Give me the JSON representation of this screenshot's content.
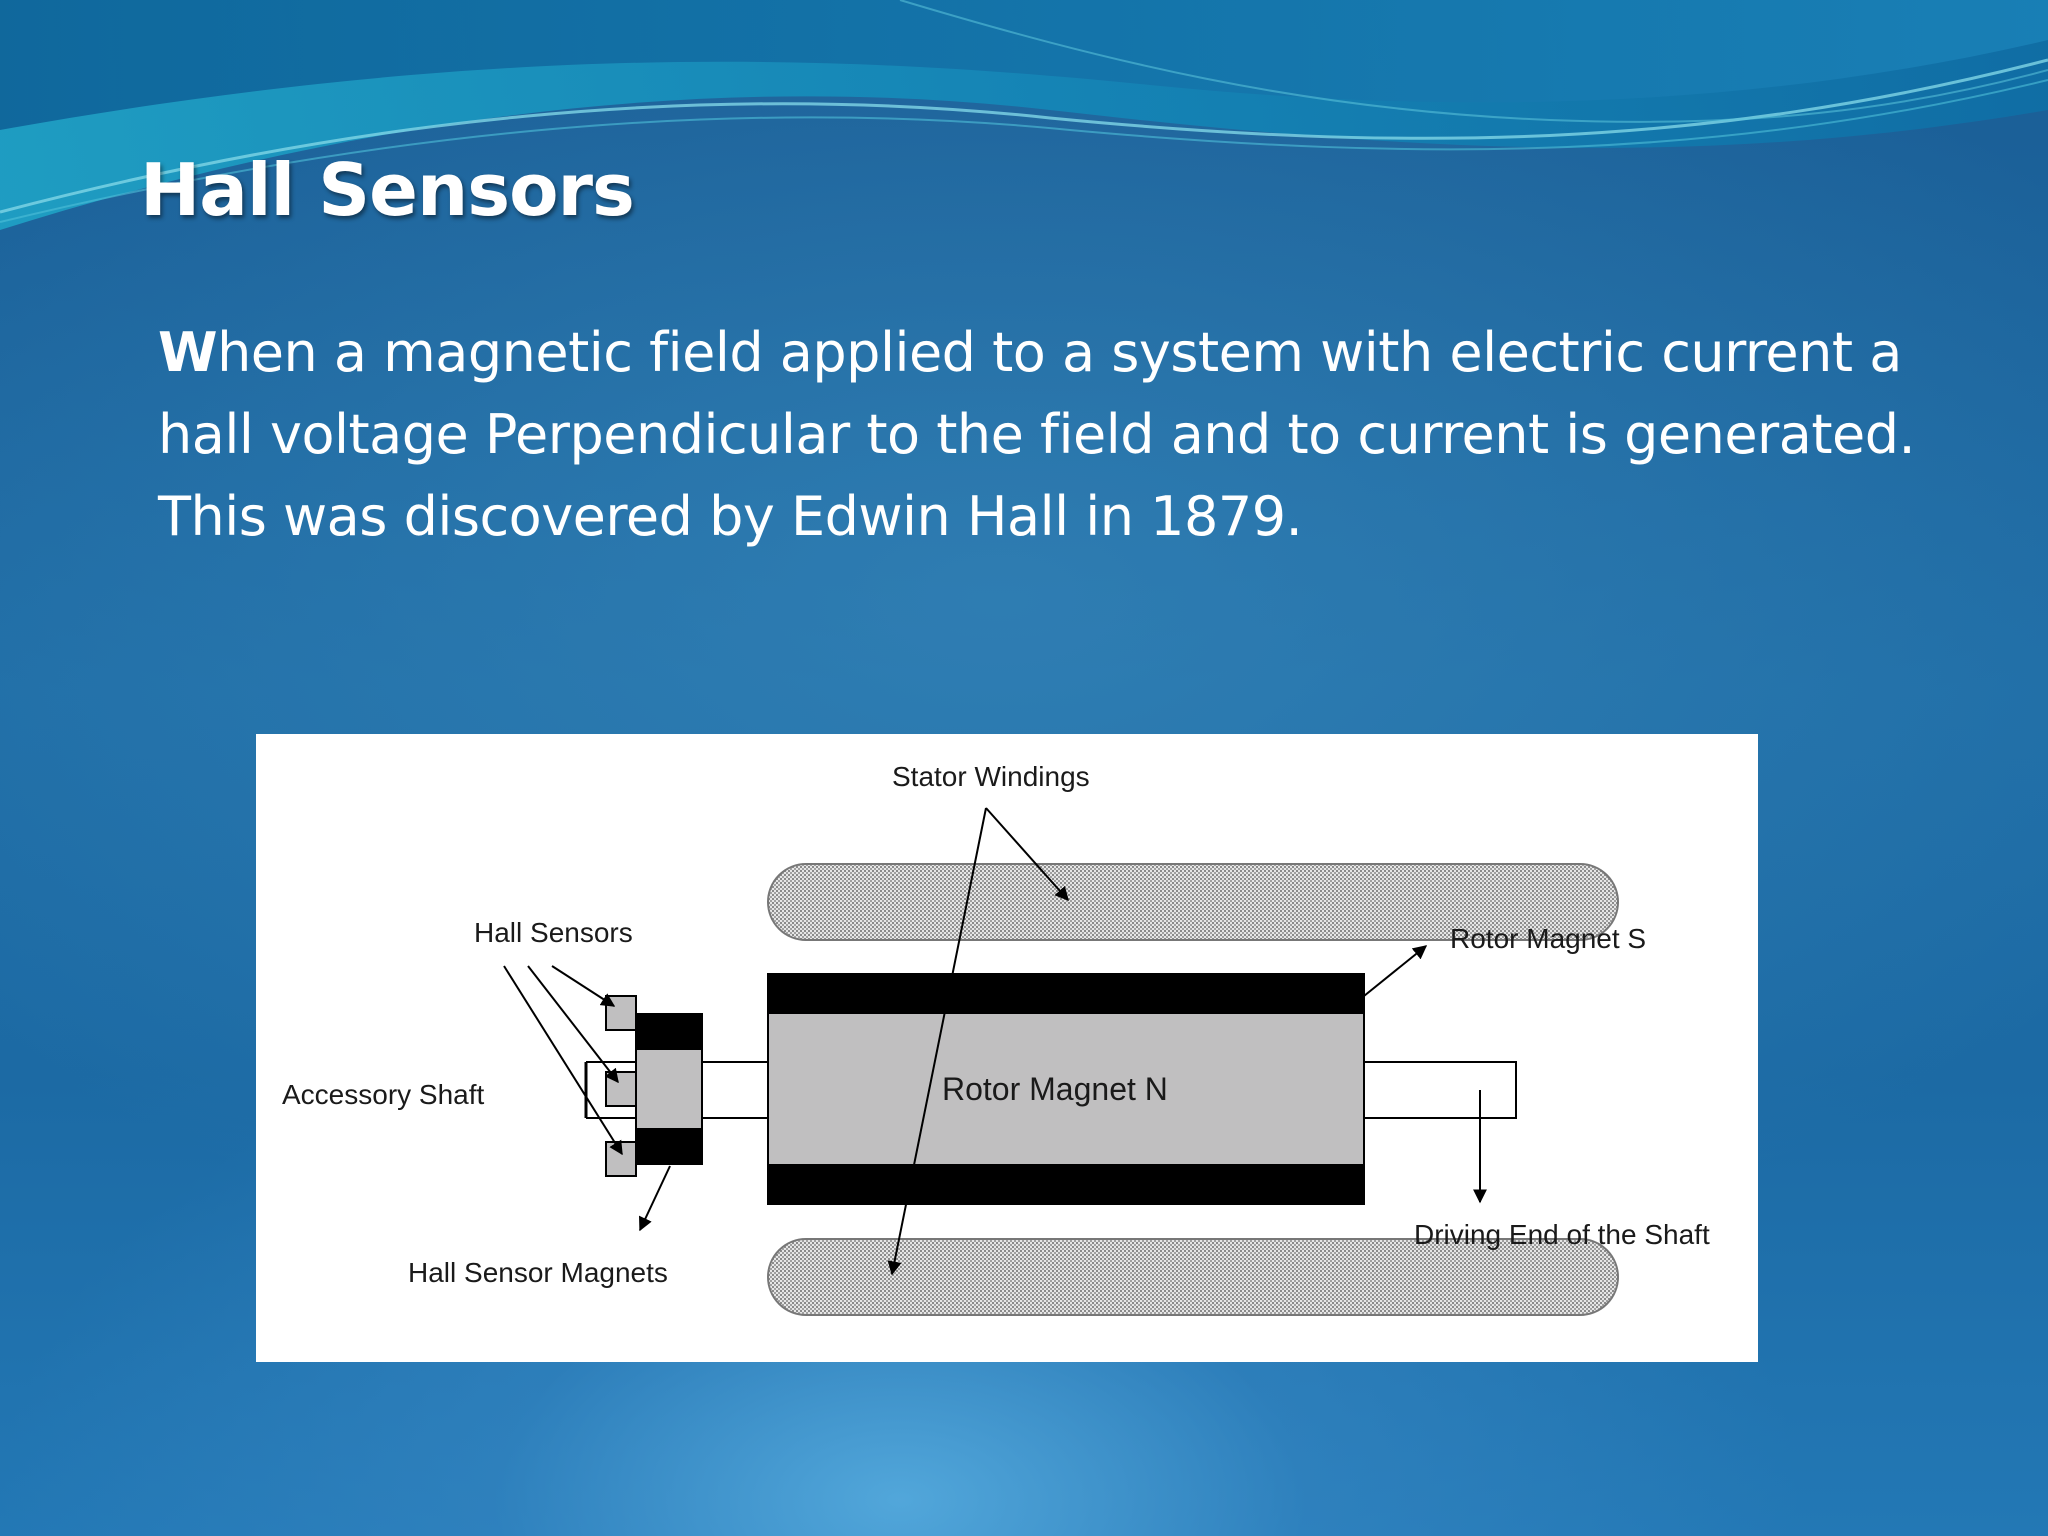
{
  "slide": {
    "title": "Hall Sensors",
    "body": {
      "lead": "W",
      "line1_rest": "hen a magnetic field applied to a system with electric current a",
      "line2": "hall voltage Perpendicular to the field and to current is generated.",
      "line3": "This was discovered by Edwin Hall in 1879."
    }
  },
  "diagram": {
    "labels": {
      "stator_windings": "Stator Windings",
      "hall_sensors": "Hall Sensors",
      "rotor_magnet_s": "Rotor Magnet S",
      "accessory_shaft": "Accessory Shaft",
      "rotor_magnet_n": "Rotor Magnet N",
      "driving_end": "Driving End of the Shaft",
      "hall_sensor_magnets": "Hall Sensor Magnets"
    }
  },
  "colors": {
    "title_text": "#ffffff",
    "body_text": "#ffffff",
    "rotor_fill": "#c0bfc0",
    "magnet_band": "#000000",
    "winding_fill": "#cfcfcf"
  }
}
